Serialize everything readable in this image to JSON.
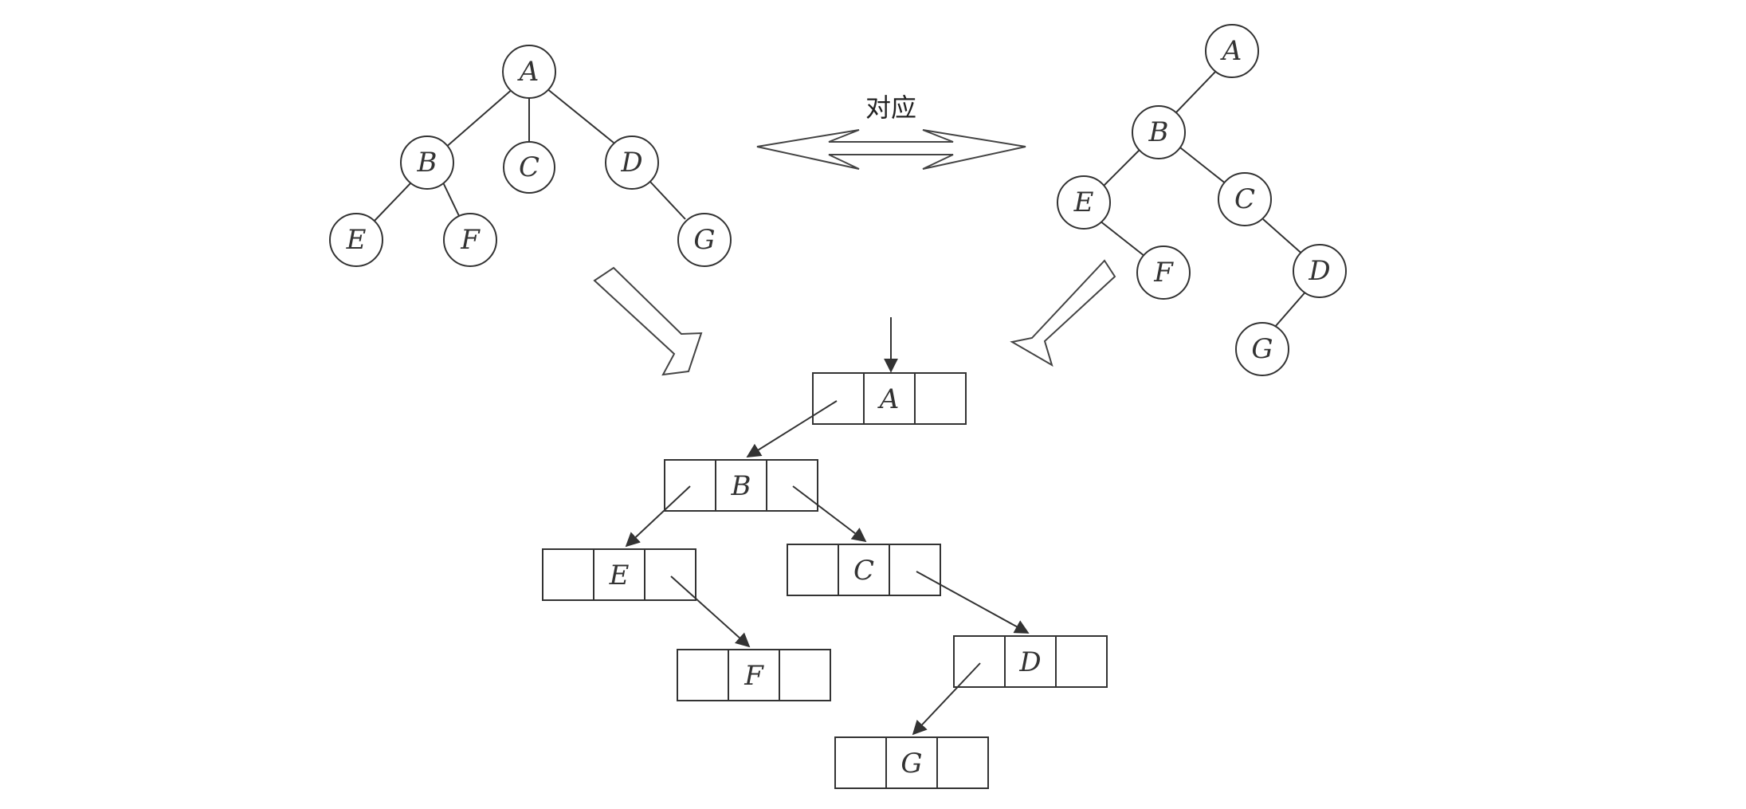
{
  "caption": "对应",
  "tree": {
    "nodes": [
      "A",
      "B",
      "C",
      "D",
      "E",
      "F",
      "G"
    ]
  },
  "binary_tree": {
    "nodes": [
      "A",
      "B",
      "E",
      "C",
      "F",
      "D",
      "G"
    ]
  },
  "linked_list": {
    "nodes": [
      "A",
      "B",
      "E",
      "C",
      "F",
      "D",
      "G"
    ]
  },
  "colors": {
    "stroke": "#333333",
    "background": "#ffffff"
  }
}
